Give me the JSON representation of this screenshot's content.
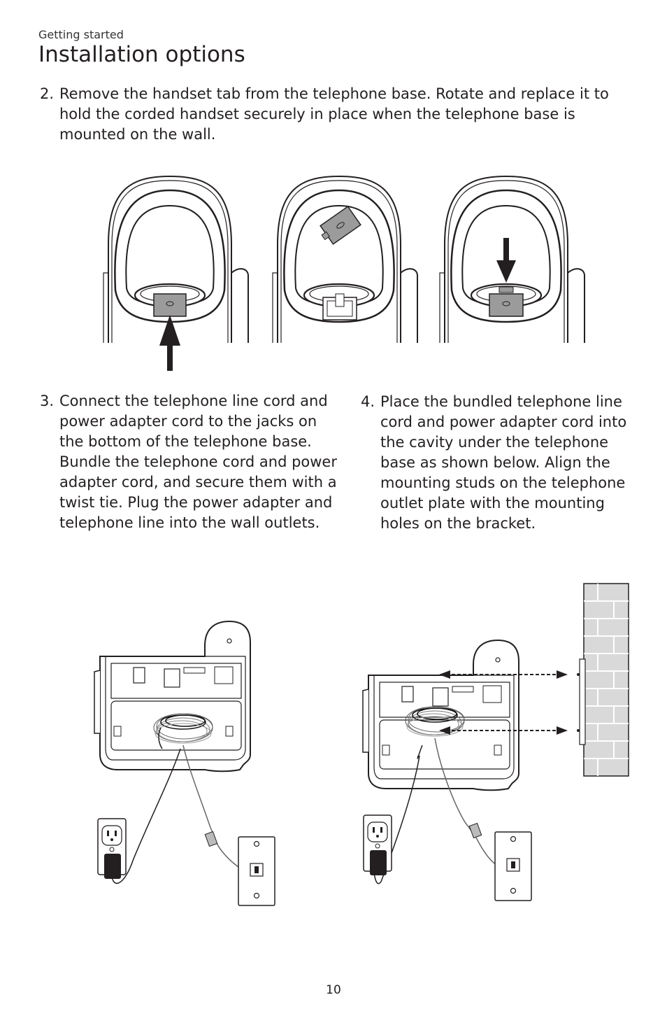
{
  "header": {
    "section": "Getting started",
    "title": "Installation options"
  },
  "steps": [
    {
      "number": "2.",
      "text": "Remove the handset tab from the telephone base. Rotate and replace it to hold the corded handset securely in place when the telephone base is mounted on the wall."
    },
    {
      "number": "3.",
      "text": "Connect the telephone line cord and power adapter cord to the jacks on the bottom of the telephone base. Bundle the telephone cord and power adapter cord, and secure them with a twist tie. Plug the power adapter and telephone line into the wall outlets."
    },
    {
      "number": "4.",
      "text": "Place the bundled telephone line cord and power adapter cord into the cavity under the telephone base as shown below. Align the mounting studs on the telephone outlet plate with the mounting holes on the bracket."
    }
  ],
  "footer": {
    "page_number": "10"
  }
}
